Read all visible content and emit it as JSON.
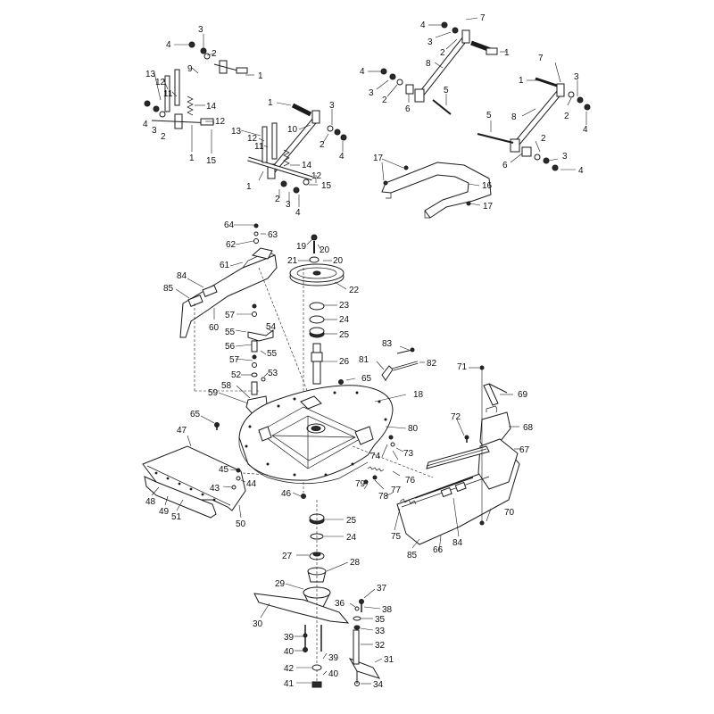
{
  "callouts": {
    "c1": "1",
    "c2": "2",
    "c3": "3",
    "c4": "4",
    "c5": "5",
    "c6": "6",
    "c7": "7",
    "c8": "8",
    "c9": "9",
    "c10": "10",
    "c11": "11",
    "c12": "12",
    "c13": "13",
    "c14": "14",
    "c15": "15",
    "c16": "16",
    "c17": "17",
    "c18": "18",
    "c19": "19",
    "c20": "20",
    "c21": "21",
    "c22": "22",
    "c23": "23",
    "c24": "24",
    "c25": "25",
    "c26": "26",
    "c27": "27",
    "c28": "28",
    "c29": "29",
    "c30": "30",
    "c31": "31",
    "c32": "32",
    "c33": "33",
    "c34": "34",
    "c35": "35",
    "c36": "36",
    "c37": "37",
    "c38": "38",
    "c39": "39",
    "c40": "40",
    "c41": "41",
    "c42": "42",
    "c43": "43",
    "c44": "44",
    "c45": "45",
    "c46": "46",
    "c47": "47",
    "c48": "48",
    "c49": "49",
    "c50": "50",
    "c51": "51",
    "c52": "52",
    "c53": "53",
    "c54": "54",
    "c55": "55",
    "c56": "56",
    "c57": "57",
    "c58": "58",
    "c59": "59",
    "c60": "60",
    "c61": "61",
    "c62": "62",
    "c63": "63",
    "c64": "64",
    "c65": "65",
    "c66": "66",
    "c67": "67",
    "c68": "68",
    "c69": "69",
    "c70": "70",
    "c71": "71",
    "c72": "72",
    "c73": "73",
    "c74": "74",
    "c75": "75",
    "c76": "76",
    "c77": "77",
    "c78": "78",
    "c79": "79",
    "c80": "80",
    "c81": "81",
    "c82": "82",
    "c83": "83",
    "c84": "84",
    "c85": "85"
  }
}
